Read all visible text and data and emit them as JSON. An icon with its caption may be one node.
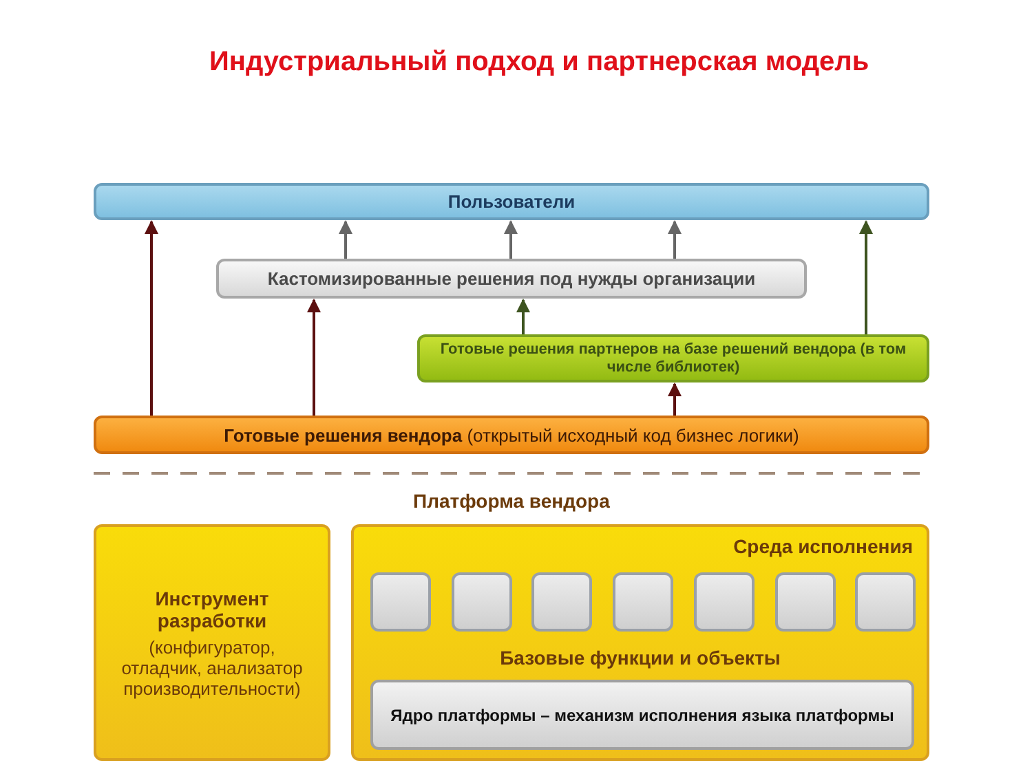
{
  "diagram": {
    "title": "Индустриальный подход и партнерская модель",
    "nodes": [
      {
        "text": [
          "Пользователи"
        ]
      },
      {
        "text": [
          "Кастомизированные решения под нужды организации"
        ]
      },
      {
        "text": [
          "Готовые решения партнеров на базе решений вендора (в том числе библиотек)"
        ]
      },
      {
        "text": [
          "**Готовые решения вендора** (открытый исходный код бизнес логики)"
        ]
      },
      {
        "text": [
          "Инструмент разработки",
          "(конфигуратор, отладчик, анализатор производительности)"
        ]
      },
      {
        "text": [
          "Среда исполнения",
          "Базовые функции и объекты"
        ]
      },
      {
        "text": [],
        "shape": "box",
        "in": 5
      },
      {
        "text": [],
        "shape": "box",
        "in": 5
      },
      {
        "text": [],
        "shape": "box",
        "in": 5
      },
      {
        "text": [],
        "shape": "box",
        "in": 5
      },
      {
        "text": [],
        "shape": "box",
        "in": 5
      },
      {
        "text": [],
        "shape": "box",
        "in": 5
      },
      {
        "text": [],
        "shape": "box",
        "in": 5
      },
      {
        "text": [
          "Ядро платформы – механизм исполнения языка платформы"
        ],
        "in": 5
      }
    ],
    "edges": [
      {
        "from": 3,
        "to": 0,
        "arrow": "to",
        "color": "#5c1010"
      },
      {
        "from": 3,
        "to": 1,
        "arrow": "to",
        "color": "#5c1010"
      },
      {
        "from": 1,
        "to": 0,
        "arrow": "to"
      },
      {
        "from": 1,
        "to": 0,
        "arrow": "to"
      },
      {
        "from": 2,
        "to": 1,
        "arrow": "to",
        "color": "#3e5420"
      },
      {
        "from": 1,
        "to": 0,
        "arrow": "to"
      },
      {
        "from": 3,
        "to": 2,
        "arrow": "to",
        "color": "#5c1010"
      },
      {
        "from": 2,
        "to": 0,
        "arrow": "to",
        "color": "#3e5420"
      }
    ],
    "labels": [
      "Платформа вендора"
    ]
  }
}
